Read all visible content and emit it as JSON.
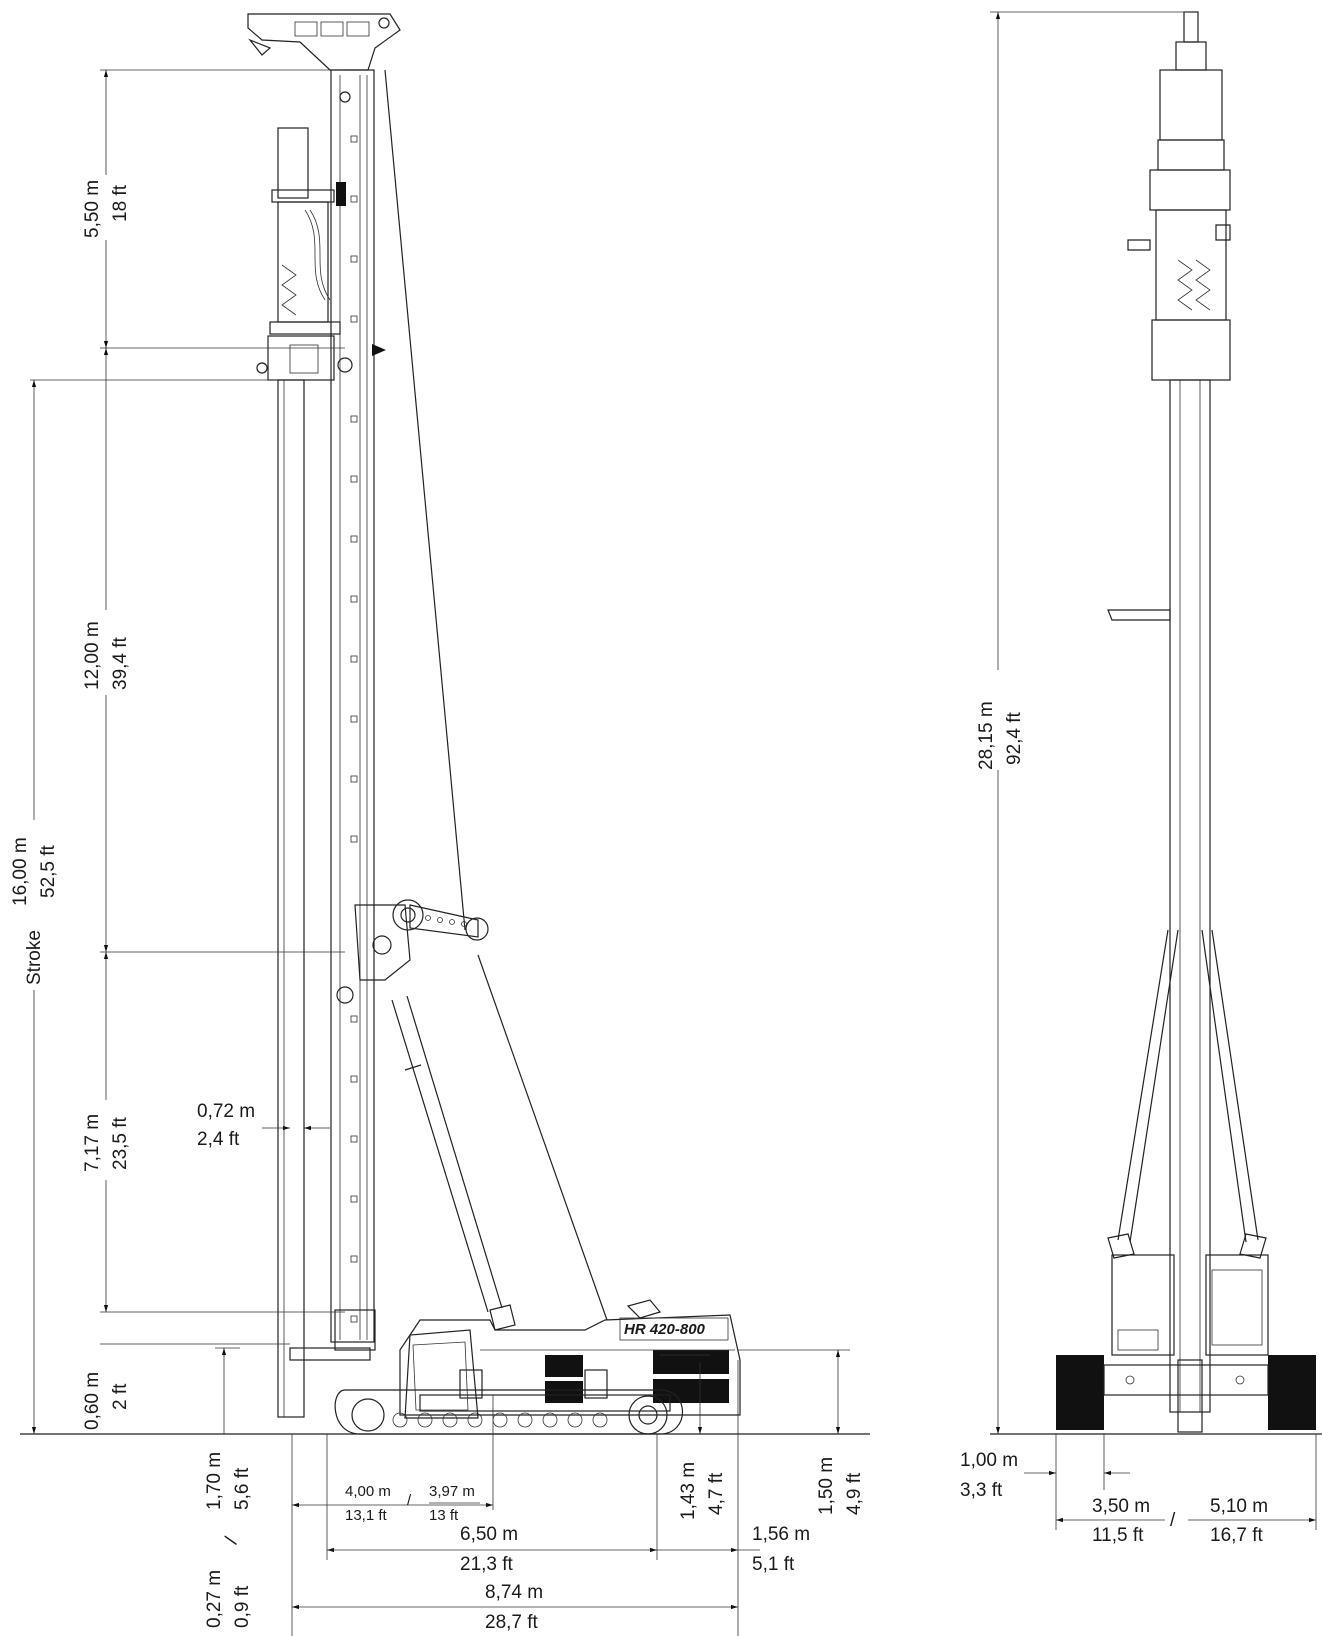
{
  "model_label": "HR 420-800",
  "side_view": {
    "dim_top": {
      "metric": "5,50 m",
      "imperial": "18 ft"
    },
    "dim_upper": {
      "metric": "12,00 m",
      "imperial": "39,4 ft"
    },
    "dim_lower": {
      "metric": "7,17 m",
      "imperial": "23,5 ft"
    },
    "dim_bottom": {
      "metric": "0,60 m",
      "imperial": "2 ft"
    },
    "dim_stroke": {
      "metric": "16,00 m",
      "imperial": "52,5 ft",
      "label": "Stroke"
    },
    "dim_offset": {
      "metric": "0,72 m",
      "imperial": "2,4 ft"
    },
    "dim_clear_a": {
      "metric": "1,70 m",
      "imperial": "5,6 ft"
    },
    "dim_clear_b": {
      "metric": "0,27 m",
      "imperial": "0,9 ft"
    },
    "dim_clear_sep": "/",
    "dim_radius_a": {
      "metric": "4,00 m",
      "imperial": "13,1 ft"
    },
    "dim_radius_b": {
      "metric": "3,97 m",
      "imperial": "13 ft"
    },
    "dim_radius_sep": "/",
    "dim_track_length": {
      "metric": "6,50 m",
      "imperial": "21,3 ft"
    },
    "dim_tail": {
      "metric": "1,56 m",
      "imperial": "5,1 ft"
    },
    "dim_total_length": {
      "metric": "8,74 m",
      "imperial": "28,7 ft"
    },
    "dim_track_height": {
      "metric": "1,43 m",
      "imperial": "4,7 ft"
    },
    "dim_counterweight_height": {
      "metric": "1,50 m",
      "imperial": "4,9 ft"
    }
  },
  "front_view": {
    "dim_total_height": {
      "metric": "28,15 m",
      "imperial": "92,4 ft"
    },
    "dim_offset": {
      "metric": "1,00 m",
      "imperial": "3,3 ft"
    },
    "dim_width_a": {
      "metric": "3,50 m",
      "imperial": "11,5 ft"
    },
    "dim_width_b": {
      "metric": "5,10 m",
      "imperial": "16,7 ft"
    },
    "dim_width_sep": "/"
  }
}
